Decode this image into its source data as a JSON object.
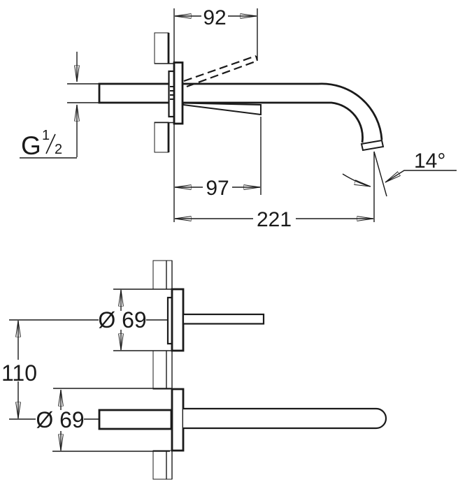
{
  "drawing": {
    "background": "#ffffff",
    "line_color": "#1a1a1a",
    "side_view": {
      "dim_top_projection": "92",
      "dim_lever_projection": "97",
      "dim_spout_projection": "221",
      "thread_letter": "G",
      "thread_frac_numerator": "1",
      "thread_frac_denominator": "2",
      "outlet_angle": "14°"
    },
    "front_view": {
      "top_rosette_diameter": "Ø 69",
      "bottom_rosette_diameter": "Ø 69",
      "rosette_center_distance": "110"
    }
  }
}
